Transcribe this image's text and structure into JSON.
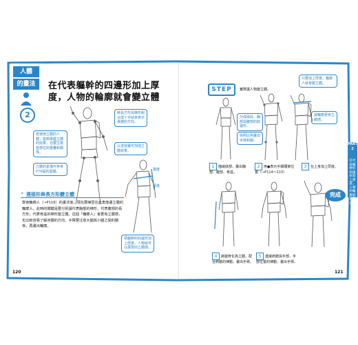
{
  "chapter": {
    "label": "人體",
    "sublabel": "的畫法",
    "number": "2"
  },
  "left_page": {
    "title_line1": "在代表軀幹的四邊形加上厚",
    "title_line2": "度，人物的輪廓就會變立體",
    "notes": {
      "left_top": "若使用立體的人體，能夠掌握立體的效果，也要注意各部位的重疊和關係。",
      "left_bottom": "立體的素描可參考P76提的基礎。",
      "mid_top": "將長方形與梯形組合成十字狀來表示身體的方向。",
      "mid_right": "以透視畫可加強立體效果。",
      "lower_right": "把軀幹的四邊形加上厚度，人物就可以展現出立體感。"
    },
    "arrow_labels": {
      "a": "寬度",
      "b": "厚度"
    },
    "section_heading": "連接形與長方形變立體",
    "body_text": "學會輪廓人（→P116）的畫法後，現在要練習在此角落畫立體的輪廓人。此時的關鍵是要分別讓代表胸部的梯形、代表腹部的長方形，代表骨盆的梯形變立體。這個「輪廓人」會更有立體感，也比較容易了解身體的方向，手臂要注意大腿與小腿之間的關係，再畫出輪廓。",
    "page_number": "120"
  },
  "right_page": {
    "step_label": "STEP",
    "step_intro": "實際讓人物變立體。",
    "notes": {
      "top_right": "只要加上厚度，輪廓人就會變立體。",
      "fig1_side": "分成兩段、胸部與腹部的四邊形。",
      "fig2_side": "依照比例畫出手臂和腳。",
      "fig3_side": "讓輪廓更有立體感。"
    },
    "steps": [
      {
        "num": "1",
        "text": "描繪底部，畫出胸部、腹部、骨盆。"
      },
      {
        "num": "2",
        "text": "用●表示手腳關節位置（→P114～115）"
      },
      {
        "num": "3",
        "text": "在上身加上厚度。"
      },
      {
        "num": "4",
        "text": "將腿骨化為立體，配合肩膀的律動，畫出手臂。"
      },
      {
        "num": "5",
        "text": "連接肩膀與手部，手部位置的律動，畫出手臂。"
      }
    ],
    "done_label": "完成",
    "side_tab_label": "PART 2",
    "side_tab_text": "在代表軀幹的四邊形加上厚度，人物的輪廓就會變立體",
    "page_number": "121"
  }
}
